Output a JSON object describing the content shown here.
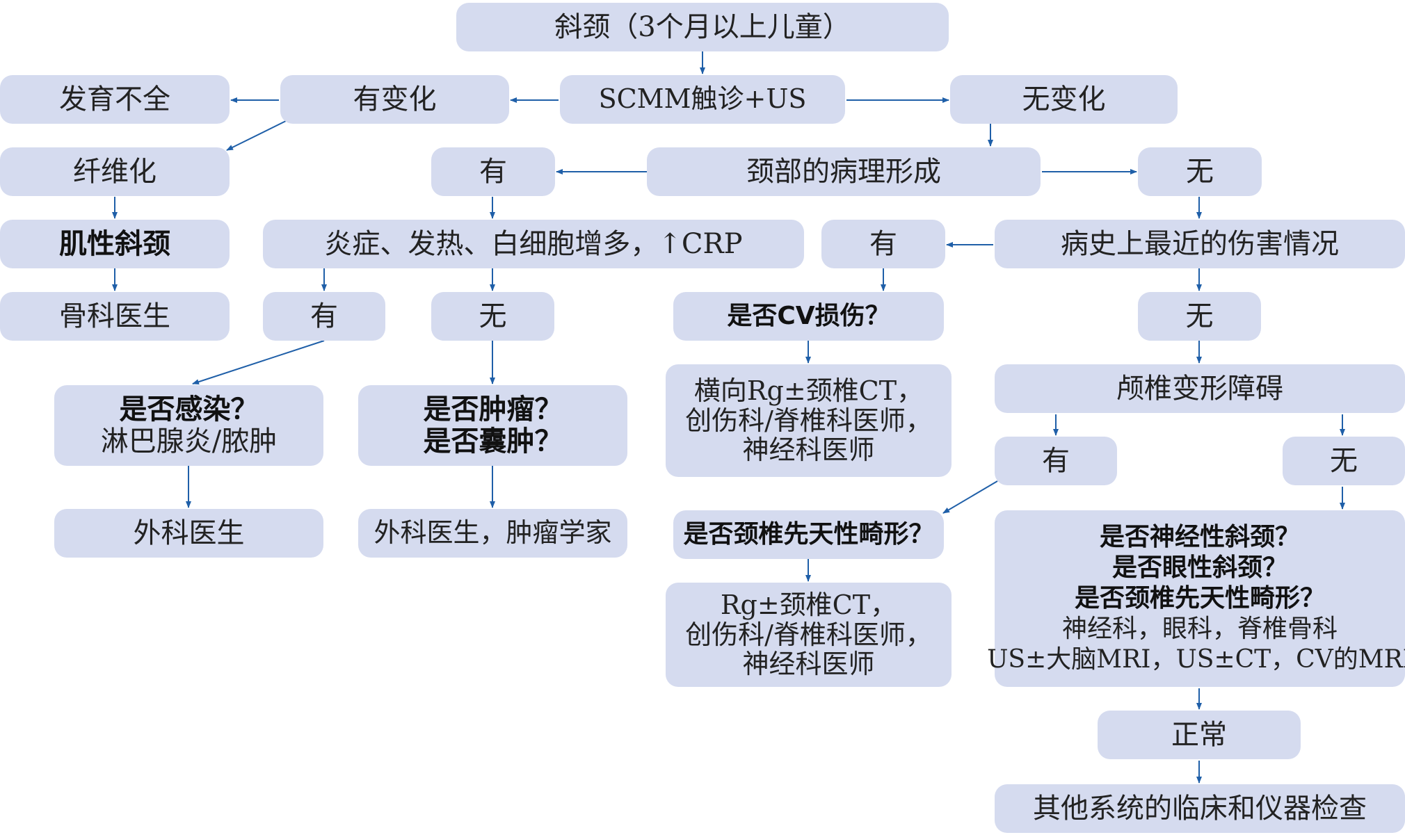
{
  "colors": {
    "box": "#d5dbef",
    "arrow": "#1f5fa8",
    "text": "#222222"
  },
  "nodes": {
    "root": "斜颈（3个月以上儿童）",
    "palpation": "SCMM触诊+US",
    "changed": "有变化",
    "unchanged": "无变化",
    "hypoplasia": "发育不全",
    "fibrosis": "纤维化",
    "muscular_torticollis": "肌性斜颈",
    "orthopedist": "骨科医生",
    "pathology": "颈部的病理形成",
    "pathology_yes": "有",
    "pathology_no": "无",
    "inflammation": "炎症、发热、白细胞增多，↑CRP",
    "inflammation_yes": "有",
    "inflammation_no": "无",
    "infection": {
      "title": "是否感染？",
      "detail": "淋巴腺炎/脓肿"
    },
    "tumor": {
      "line1": "是否肿瘤？",
      "line2": "是否囊肿？"
    },
    "surgeon": "外科医生",
    "surgeon_oncologist": "外科医生，肿瘤学家",
    "injury_history": "病史上最近的伤害情况",
    "injury_yes": "有",
    "injury_no": "无",
    "cv_injury": "是否CV损伤？",
    "cv_workup": {
      "line1": "横向Rg±颈椎CT，",
      "line2": "创伤科/脊椎科医师，",
      "line3": "神经科医师"
    },
    "craniovertebral": "颅椎变形障碍",
    "deform_yes": "有",
    "deform_no": "无",
    "congenital": "是否颈椎先天性畸形？",
    "congenital_workup": {
      "line1": "Rg±颈椎CT，",
      "line2": "创伤科/脊椎科医师，",
      "line3": "神经科医师"
    },
    "neuro": {
      "line1": "是否神经性斜颈？",
      "line2": "是否眼性斜颈？",
      "line3": "是否颈椎先天性畸形？",
      "line4": "神经科，眼科，脊椎骨科",
      "line5": "US±大脑MRI，US±CT，CV的MRI"
    },
    "normal": "正常",
    "other_exams": "其他系统的临床和仪器检查"
  }
}
